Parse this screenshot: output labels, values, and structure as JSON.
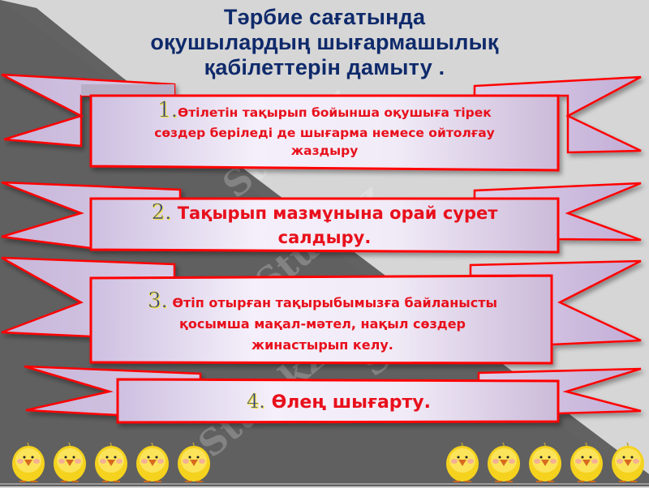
{
  "slide": {
    "title_lines": [
      "Тәрбие сағатында",
      "оқушылардың шығармашылық",
      "қабілеттерін дамыту ."
    ],
    "items": [
      {
        "number": "1.",
        "lines": [
          "Өтілетін тақырып бойынша оқушыға тірек",
          "сөздер беріледі де шығарма немесе ойтолғау",
          "жаздыру"
        ]
      },
      {
        "number": "2.",
        "lines": [
          "Тақырып мазмұнына орай сурет",
          "салдыру."
        ]
      },
      {
        "number": "3.",
        "lines": [
          "Өтіп отырған тақырыбымызға байланысты",
          "қосымша мақал-мәтел, нақыл сөздер",
          "жинастырып келу."
        ]
      },
      {
        "number": "4.",
        "lines": [
          "Өлең шығарту."
        ]
      }
    ],
    "watermark_text": "Stud.kz",
    "chick_count_left": 5,
    "chick_count_right": 5
  },
  "colors": {
    "background_light": "#d6d6d6",
    "background_dark": "#606060",
    "title": "#0f2a6b",
    "ribbon_border": "#ff0000",
    "ribbon_tail": "#c7b5d9",
    "item_text": "#e8101c",
    "number_fill": "#2c3f8a",
    "number_outline": "#f2e24a"
  }
}
